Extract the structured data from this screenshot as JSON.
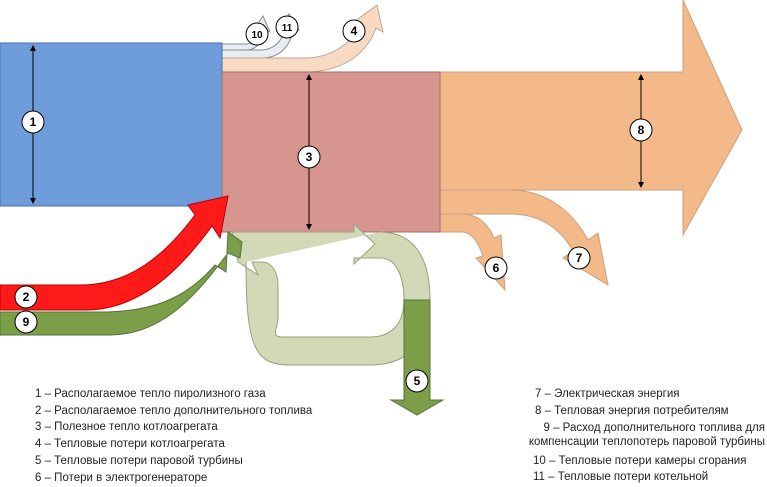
{
  "diagram": {
    "colors": {
      "box1": "#6f9cdb",
      "box3": "#d6958e",
      "flow8": "#f4b988",
      "flow2": "#ff1a1a",
      "flow9": "#7c9e49",
      "loop5": "#d3d8b6",
      "loss_light": "#f8d9c2",
      "loss_pale": "#e9ecf3"
    },
    "markers": [
      "1",
      "2",
      "3",
      "4",
      "5",
      "6",
      "7",
      "8",
      "9",
      "10",
      "11"
    ]
  },
  "legend": {
    "left": [
      "1 – Располагаемое тепло пиролизного газа",
      "2 – Располагаемое тепло дополнительного топлива",
      "3 – Полезное тепло котлоагрегата",
      "4 – Тепловые потери котлоагрегата",
      "5 – Тепловые потери паровой турбины",
      "6 – Потери в электрогенераторе"
    ],
    "right": [
      "7 – Электрическая энергия",
      "8 – Тепловая энергия потребителям",
      "9 – Расход  дополнительного топлива для компенсации теплопотерь паровой турбины",
      "10 – Тепловые потери камеры сгорания",
      "11 – Тепловые потери котельной"
    ]
  }
}
